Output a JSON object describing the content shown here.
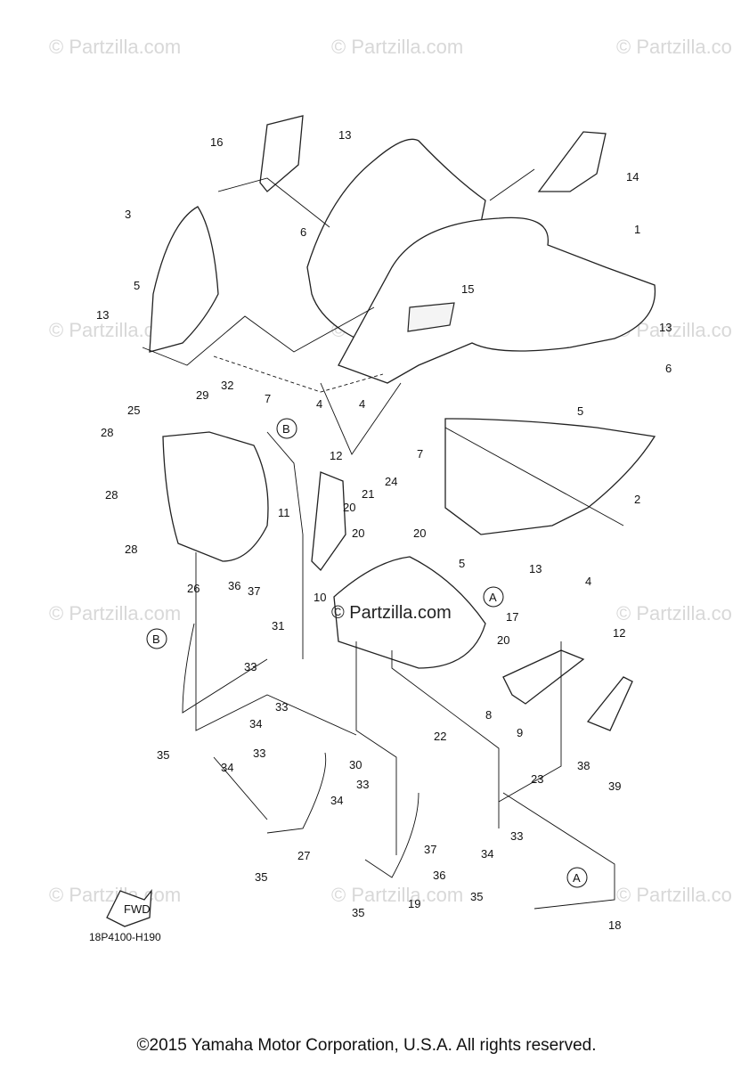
{
  "watermark_text": "© Partzilla.com",
  "center_watermark": "© Partzilla.com",
  "fwd_label": "FWD",
  "diagram_code": "18P4100-H190",
  "copyright": "©2015  Yamaha Motor Corporation, U.S.A. All rights reserved.",
  "callouts": [
    "1",
    "2",
    "3",
    "4",
    "4",
    "4",
    "5",
    "5",
    "5",
    "6",
    "6",
    "7",
    "7",
    "8",
    "9",
    "10",
    "11",
    "12",
    "12",
    "13",
    "13",
    "13",
    "13",
    "14",
    "15",
    "16",
    "17",
    "18",
    "19",
    "20",
    "20",
    "20",
    "20",
    "21",
    "22",
    "23",
    "24",
    "25",
    "26",
    "27",
    "28",
    "28",
    "28",
    "29",
    "30",
    "31",
    "32",
    "33",
    "33",
    "33",
    "33",
    "33",
    "34",
    "34",
    "34",
    "34",
    "35",
    "35",
    "35",
    "35",
    "36",
    "36",
    "37",
    "37",
    "38",
    "39"
  ],
  "markers": [
    "B",
    "B",
    "A",
    "A"
  ]
}
